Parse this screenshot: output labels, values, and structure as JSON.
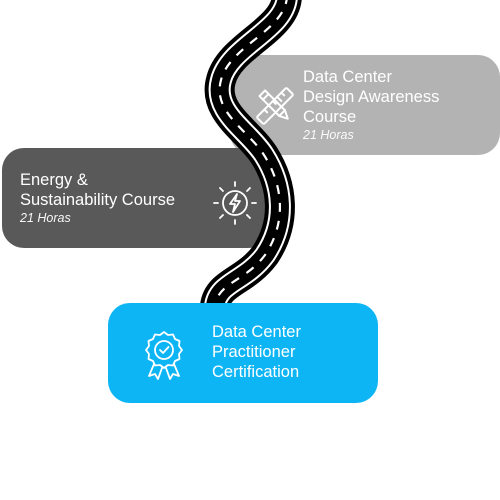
{
  "steps": [
    {
      "title_lines": [
        "Data Center",
        "Design Awareness",
        "Course"
      ],
      "hours": "21 Horas",
      "icon": "ruler-pencil-icon",
      "color": "#b3b3b3"
    },
    {
      "title_lines": [
        "Energy &",
        "Sustainability Course"
      ],
      "hours": "21 Horas",
      "icon": "energy-lightning-icon",
      "color": "#595959"
    },
    {
      "title_lines": [
        "Data Center",
        "Practitioner",
        "Certification"
      ],
      "icon": "certificate-badge-icon",
      "color": "#0eb5f5"
    }
  ],
  "road_color": "#000000",
  "road_marking_color": "#ffffff"
}
